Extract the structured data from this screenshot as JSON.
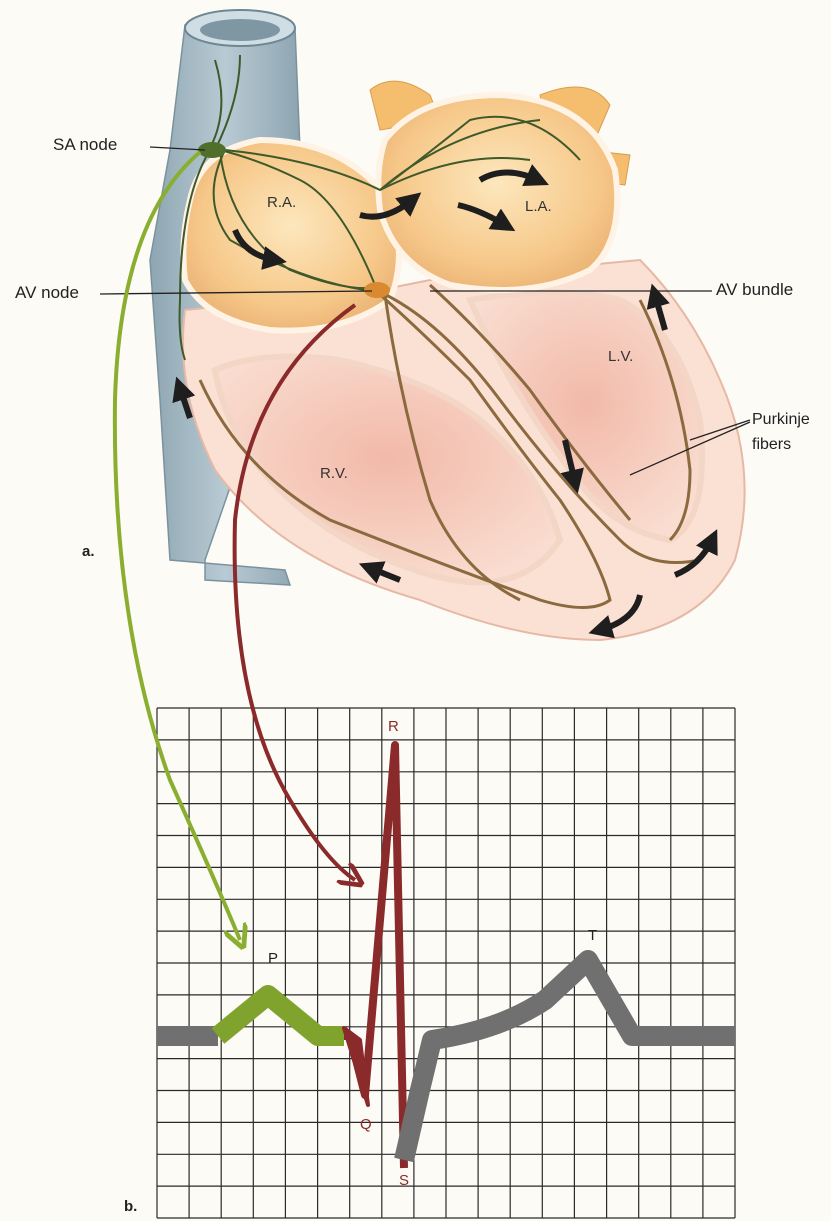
{
  "labels": {
    "sa_node": "SA node",
    "av_node": "AV node",
    "av_bundle": "AV bundle",
    "purkinje_line1": "Purkinje",
    "purkinje_line2": "fibers",
    "ra": "R.A.",
    "la": "L.A.",
    "rv": "R.V.",
    "lv": "L.V.",
    "panel_a": "a.",
    "panel_b": "b."
  },
  "ecg_waves": {
    "p": "P",
    "q": "Q",
    "r": "R",
    "s": "S",
    "t": "T"
  },
  "colors": {
    "sa_pathway": "#8aae2f",
    "av_pathway": "#8b2a2a",
    "ecg_baseline": "#707070",
    "p_wave": "#7fa32c",
    "qrs_wave": "#8b2a2a",
    "grid": "#2a2a2a",
    "atrium_fill": "#f6c889",
    "ventricle_fill": "#f3cbbb",
    "vessel": "#9fb4bf",
    "conduction_fibers": "#3f5a2a",
    "ventricle_fibers": "#8a6a3e"
  }
}
